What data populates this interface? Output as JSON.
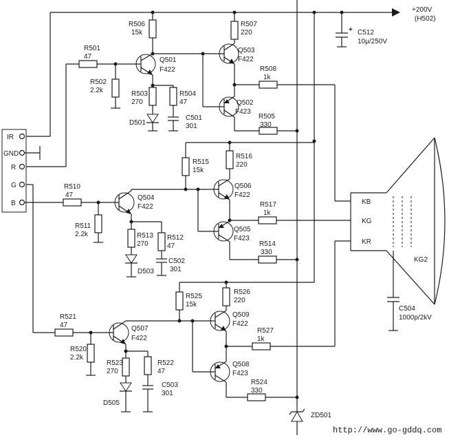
{
  "supply": {
    "label": "+200V",
    "ref": "(H502)"
  },
  "connector": {
    "pins": [
      "IR",
      "GND",
      "R",
      "G",
      "B"
    ]
  },
  "crt": {
    "pins": [
      "KB",
      "KG",
      "KR"
    ],
    "label": "KG2"
  },
  "components": {
    "R501": {
      "ref": "R501",
      "value": "47"
    },
    "R502": {
      "ref": "R502",
      "value": "2.2k"
    },
    "R503": {
      "ref": "R503",
      "value": "270"
    },
    "R504": {
      "ref": "R504",
      "value": "47"
    },
    "R505": {
      "ref": "R505",
      "value": "330"
    },
    "R506": {
      "ref": "R506",
      "value": "15k"
    },
    "R507": {
      "ref": "R507",
      "value": "220"
    },
    "R508": {
      "ref": "R508",
      "value": "1k"
    },
    "R510": {
      "ref": "R510",
      "value": "47"
    },
    "R511": {
      "ref": "R511",
      "value": "2.2k"
    },
    "R512": {
      "ref": "R512",
      "value": "47"
    },
    "R513": {
      "ref": "R513",
      "value": "270"
    },
    "R514": {
      "ref": "R514",
      "value": "330"
    },
    "R515": {
      "ref": "R515",
      "value": "15k"
    },
    "R516": {
      "ref": "R516",
      "value": "220"
    },
    "R517": {
      "ref": "R517",
      "value": "1k"
    },
    "R520": {
      "ref": "R520",
      "value": "2.2k"
    },
    "R521": {
      "ref": "R521",
      "value": "47"
    },
    "R522": {
      "ref": "R522",
      "value": "47"
    },
    "R523": {
      "ref": "R523",
      "value": "270"
    },
    "R524": {
      "ref": "R524",
      "value": "330"
    },
    "R525": {
      "ref": "R525",
      "value": "15k"
    },
    "R526": {
      "ref": "R526",
      "value": "220"
    },
    "R527": {
      "ref": "R527",
      "value": "1k"
    },
    "C501": {
      "ref": "C501",
      "value": "301"
    },
    "C502": {
      "ref": "C502",
      "value": "301"
    },
    "C503": {
      "ref": "C503",
      "value": "301"
    },
    "C504": {
      "ref": "C504",
      "value": "1000p/2kV"
    },
    "C512": {
      "ref": "C512",
      "value": "10μ/250V"
    },
    "Q501": {
      "ref": "Q501",
      "value": "F422"
    },
    "Q502": {
      "ref": "Q502",
      "value": "F423"
    },
    "Q503": {
      "ref": "Q503",
      "value": "F422"
    },
    "Q504": {
      "ref": "Q504",
      "value": "F422"
    },
    "Q505": {
      "ref": "Q505",
      "value": "F423"
    },
    "Q506": {
      "ref": "Q506",
      "value": "F422"
    },
    "Q507": {
      "ref": "Q507",
      "value": "F422"
    },
    "Q508": {
      "ref": "Q508",
      "value": "F423"
    },
    "Q509": {
      "ref": "Q509",
      "value": "F422"
    },
    "D501": {
      "ref": "D501"
    },
    "D503": {
      "ref": "D503"
    },
    "D505": {
      "ref": "D505"
    },
    "ZD501": {
      "ref": "ZD501"
    }
  },
  "watermark": "http://www.go-gddq.com"
}
